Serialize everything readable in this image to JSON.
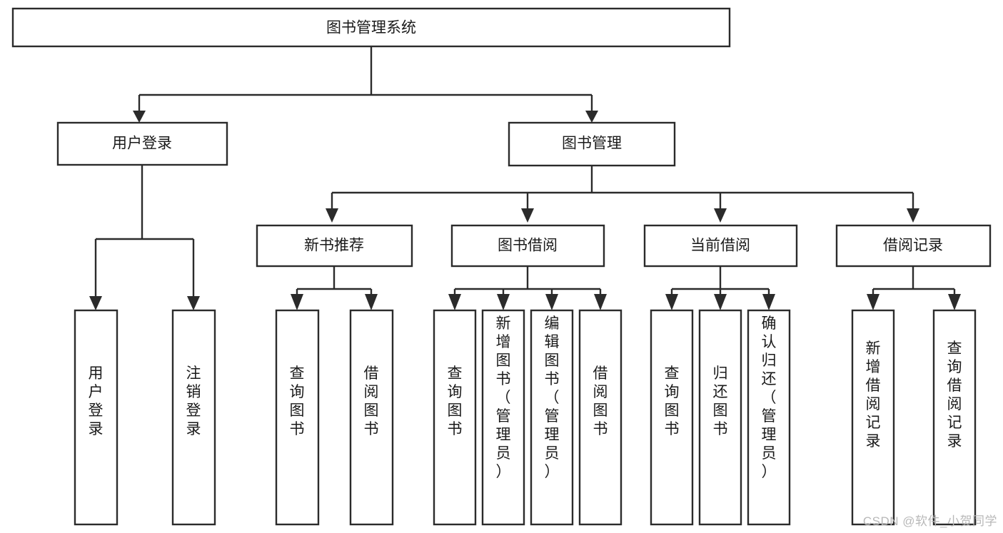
{
  "diagram": {
    "kind": "tree-structure-chart",
    "title": "图书管理系统",
    "background_color": "#ffffff",
    "line_color": "#2b2b2b",
    "text_color": "#1a1a1a",
    "box_fill": "#ffffff",
    "root": {
      "label": "图书管理系统"
    },
    "level2": [
      {
        "label": "用户登录"
      },
      {
        "label": "图书管理"
      }
    ],
    "level3": [
      {
        "label": "新书推荐"
      },
      {
        "label": "图书借阅"
      },
      {
        "label": "当前借阅"
      },
      {
        "label": "借阅记录"
      }
    ],
    "leaves_user_login": [
      {
        "label": "用户登录"
      },
      {
        "label": "注销登录"
      }
    ],
    "leaves_new_book": [
      {
        "label": "查询图书"
      },
      {
        "label": "借阅图书"
      }
    ],
    "leaves_borrow": [
      {
        "label": "查询图书"
      },
      {
        "label": "新增图书（管理员）"
      },
      {
        "label": "编辑图书（管理员）"
      },
      {
        "label": "借阅图书"
      }
    ],
    "leaves_current": [
      {
        "label": "查询图书"
      },
      {
        "label": "归还图书"
      },
      {
        "label": "确认归还（管理员）"
      }
    ],
    "leaves_record": [
      {
        "label": "新增借阅记录"
      },
      {
        "label": "查询借阅记录"
      }
    ]
  },
  "watermark": {
    "text": "CSDN @软件_小贺同学",
    "color": "#b8b8b8"
  }
}
